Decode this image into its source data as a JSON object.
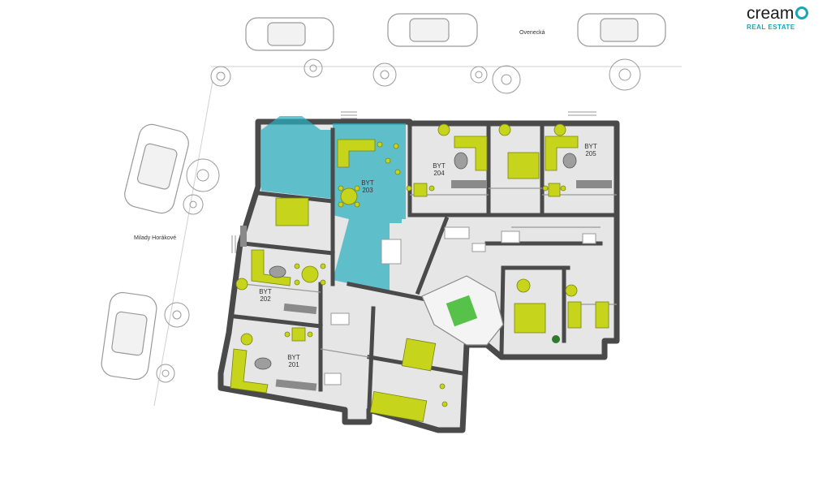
{
  "logo": {
    "word": "cream",
    "sub": "REAL ESTATE"
  },
  "streets": {
    "top": "Ovenecká",
    "left": "Milady Horákové"
  },
  "units": [
    {
      "prefix": "BYT",
      "number": "203",
      "highlighted": true
    },
    {
      "prefix": "BYT",
      "number": "204",
      "highlighted": false
    },
    {
      "prefix": "BYT",
      "number": "205",
      "highlighted": false
    },
    {
      "prefix": "BYT",
      "number": "202",
      "highlighted": false
    },
    {
      "prefix": "BYT",
      "number": "201",
      "highlighted": false
    }
  ],
  "colors": {
    "wall": "#4a4a4a",
    "floor": "#e6e6e6",
    "furniture": "#c6d41b",
    "highlight": "#2ab0c0",
    "brand": "#19a6b5"
  }
}
